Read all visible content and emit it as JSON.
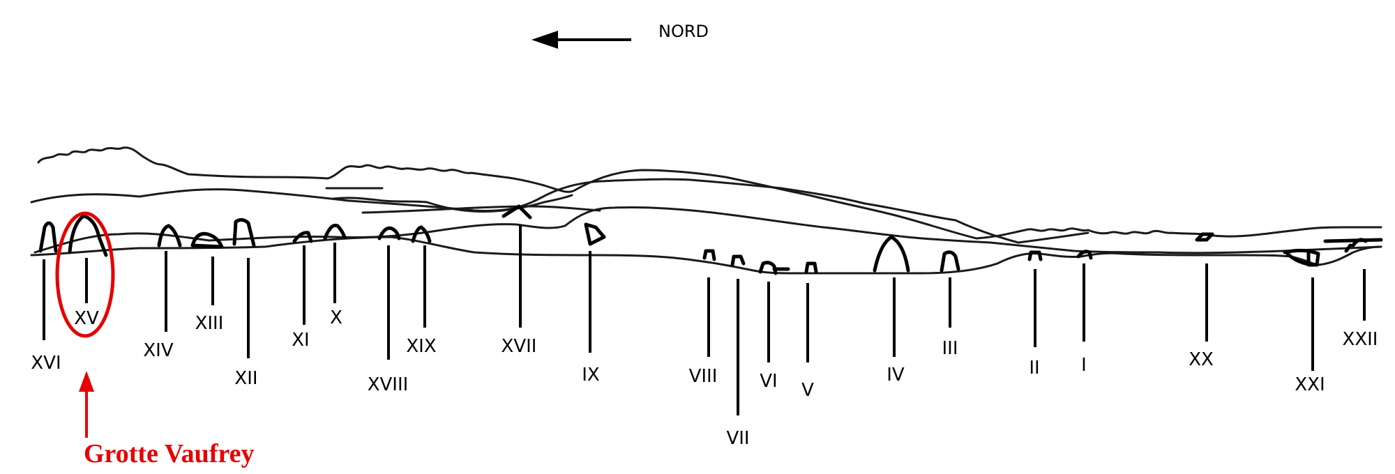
{
  "compass": {
    "label": "NORD"
  },
  "highlight": {
    "label": "Grotte Vaufrey",
    "cave_id": "XV",
    "color": "#e60000"
  },
  "caves": [
    {
      "id": "XVI"
    },
    {
      "id": "XV"
    },
    {
      "id": "XIV"
    },
    {
      "id": "XIII"
    },
    {
      "id": "XII"
    },
    {
      "id": "XI"
    },
    {
      "id": "X"
    },
    {
      "id": "XVIII"
    },
    {
      "id": "XIX"
    },
    {
      "id": "XVII"
    },
    {
      "id": "IX"
    },
    {
      "id": "VIII"
    },
    {
      "id": "VII"
    },
    {
      "id": "VI"
    },
    {
      "id": "V"
    },
    {
      "id": "IV"
    },
    {
      "id": "III"
    },
    {
      "id": "II"
    },
    {
      "id": "I"
    },
    {
      "id": "XX"
    },
    {
      "id": "XXI"
    },
    {
      "id": "XXII"
    }
  ]
}
